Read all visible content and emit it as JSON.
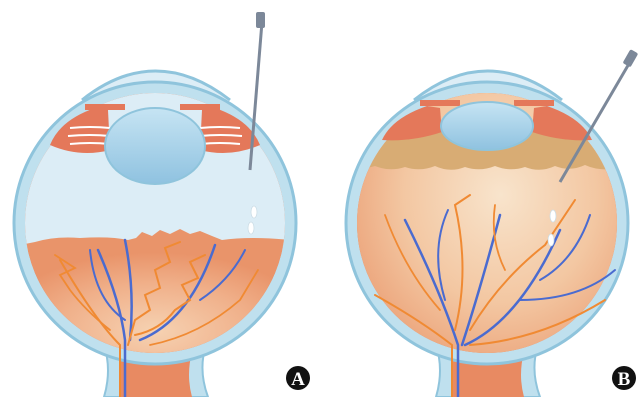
{
  "figure": {
    "panels": [
      {
        "id": "A",
        "label": "A"
      },
      {
        "id": "B",
        "label": "B"
      }
    ]
  },
  "colors": {
    "sclera_outer": "#bfe0ee",
    "sclera_rim": "#8fc4dc",
    "choroid": "#e87a50",
    "retina_fill": "#f3b98f",
    "vitreous_clear": "#dcedf6",
    "lens": "#a9d3ea",
    "iris": "#e4785a",
    "artery": "#f08a33",
    "vein": "#4a6bd0",
    "needle": "#7c8899",
    "badge": "#111111"
  }
}
